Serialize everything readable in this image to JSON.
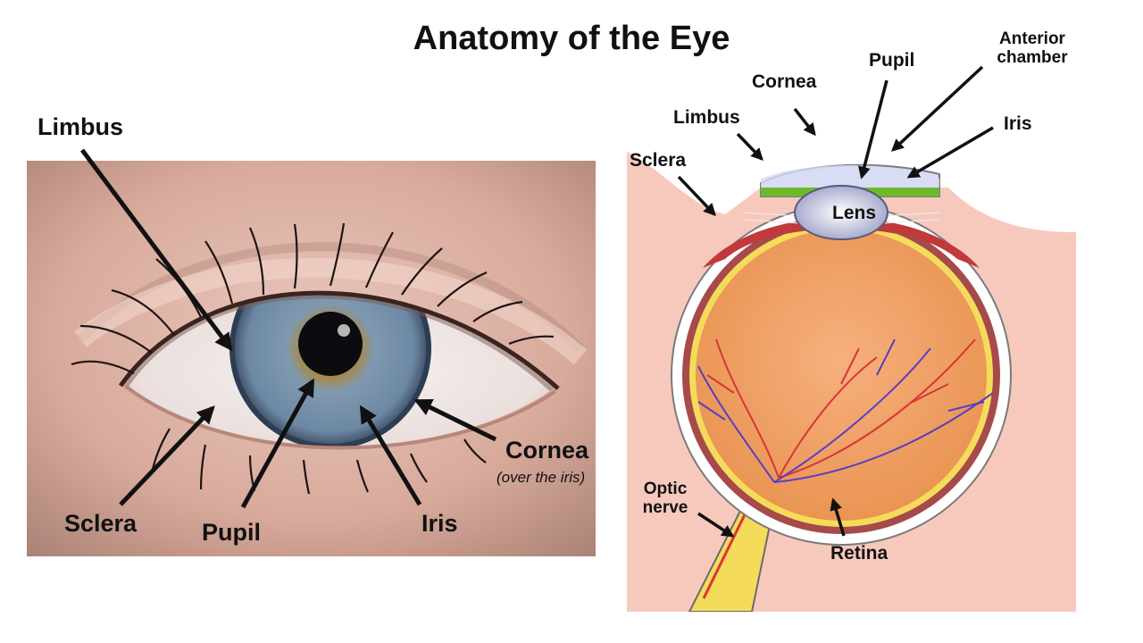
{
  "title": "Anatomy of the Eye",
  "photo_labels": {
    "limbus": "Limbus",
    "sclera": "Sclera",
    "pupil": "Pupil",
    "iris": "Iris",
    "cornea": "Cornea",
    "cornea_note": "(over the iris)"
  },
  "diagram_labels": {
    "cornea": "Cornea",
    "pupil": "Pupil",
    "anterior_chamber": "Anterior chamber",
    "limbus": "Limbus",
    "iris": "Iris",
    "sclera": "Sclera",
    "lens": "Lens",
    "optic_nerve": "Optic nerve",
    "retina": "Retina"
  },
  "colors": {
    "skin": "#f7c9bd",
    "eyeball_fill": "#f0a46a",
    "iris_photo": "#7f99b0",
    "iris_diagram": "#6dba2e",
    "vessels_red": "#d9343a",
    "vessels_blue": "#5a3fc0",
    "optic_nerve": "#f4dc5a"
  }
}
